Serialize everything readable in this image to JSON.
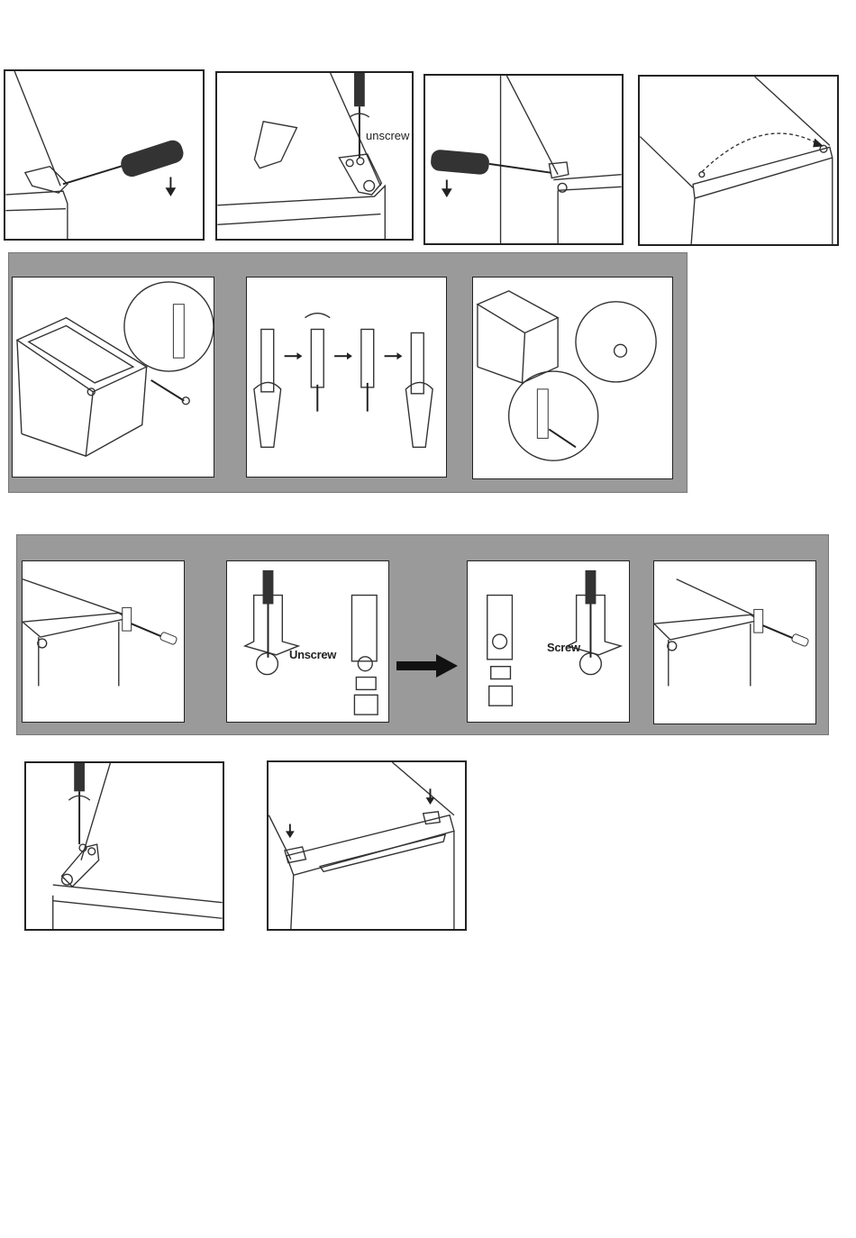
{
  "step_labels": {
    "unscrew_lower": "unscrew",
    "unscrew_bold": "Unscrew",
    "screw_bold": "Screw"
  },
  "icons": [
    "screwdriver-icon",
    "down-arrow-icon",
    "hinge-icon",
    "right-arrow-icon",
    "wrench-icon",
    "curved-arrow-icon",
    "magnifier-circle-icon"
  ]
}
